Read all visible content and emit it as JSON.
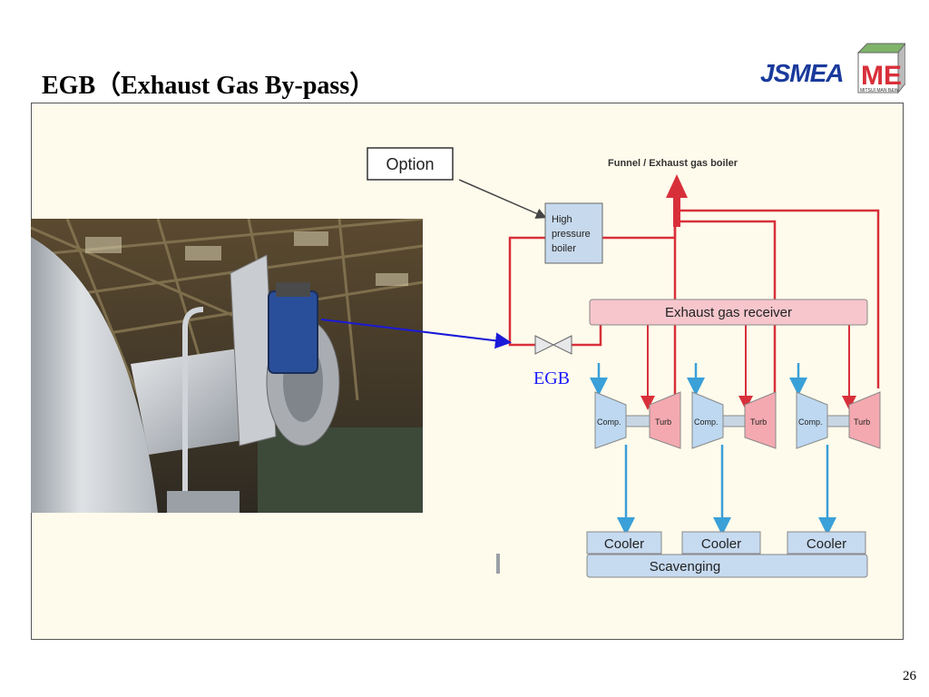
{
  "slide": {
    "title": "EGB（Exhaust Gas By-pass）",
    "page_number": "26"
  },
  "logo": {
    "brand_text": "JSMEA",
    "emblem_text": "ME",
    "emblem_subtext": "MITSUI MAN B&W"
  },
  "diagram": {
    "option_label": "Option",
    "funnel_label": "Funnel / Exhaust gas boiler",
    "boiler_label": [
      "High",
      "pressure",
      "boiler"
    ],
    "receiver_label": "Exhaust gas receiver",
    "egb_label": "EGB",
    "turbochargers": [
      {
        "comp": "Comp.",
        "turb": "Turb"
      },
      {
        "comp": "Comp.",
        "turb": "Turb"
      },
      {
        "comp": "Comp.",
        "turb": "Turb"
      }
    ],
    "coolers": [
      "Cooler",
      "Cooler",
      "Cooler"
    ],
    "scavenging_label": "Scavenging"
  },
  "colors": {
    "exhaust": "#d8303a",
    "air": "#3aa0d8",
    "pointer": "#1a1ad8",
    "receiver_fill": "#f6c6cc",
    "turb_fill": "#f4a9b0",
    "comp_fill": "#bdd8f0",
    "cooler_fill": "#c6daf0"
  }
}
